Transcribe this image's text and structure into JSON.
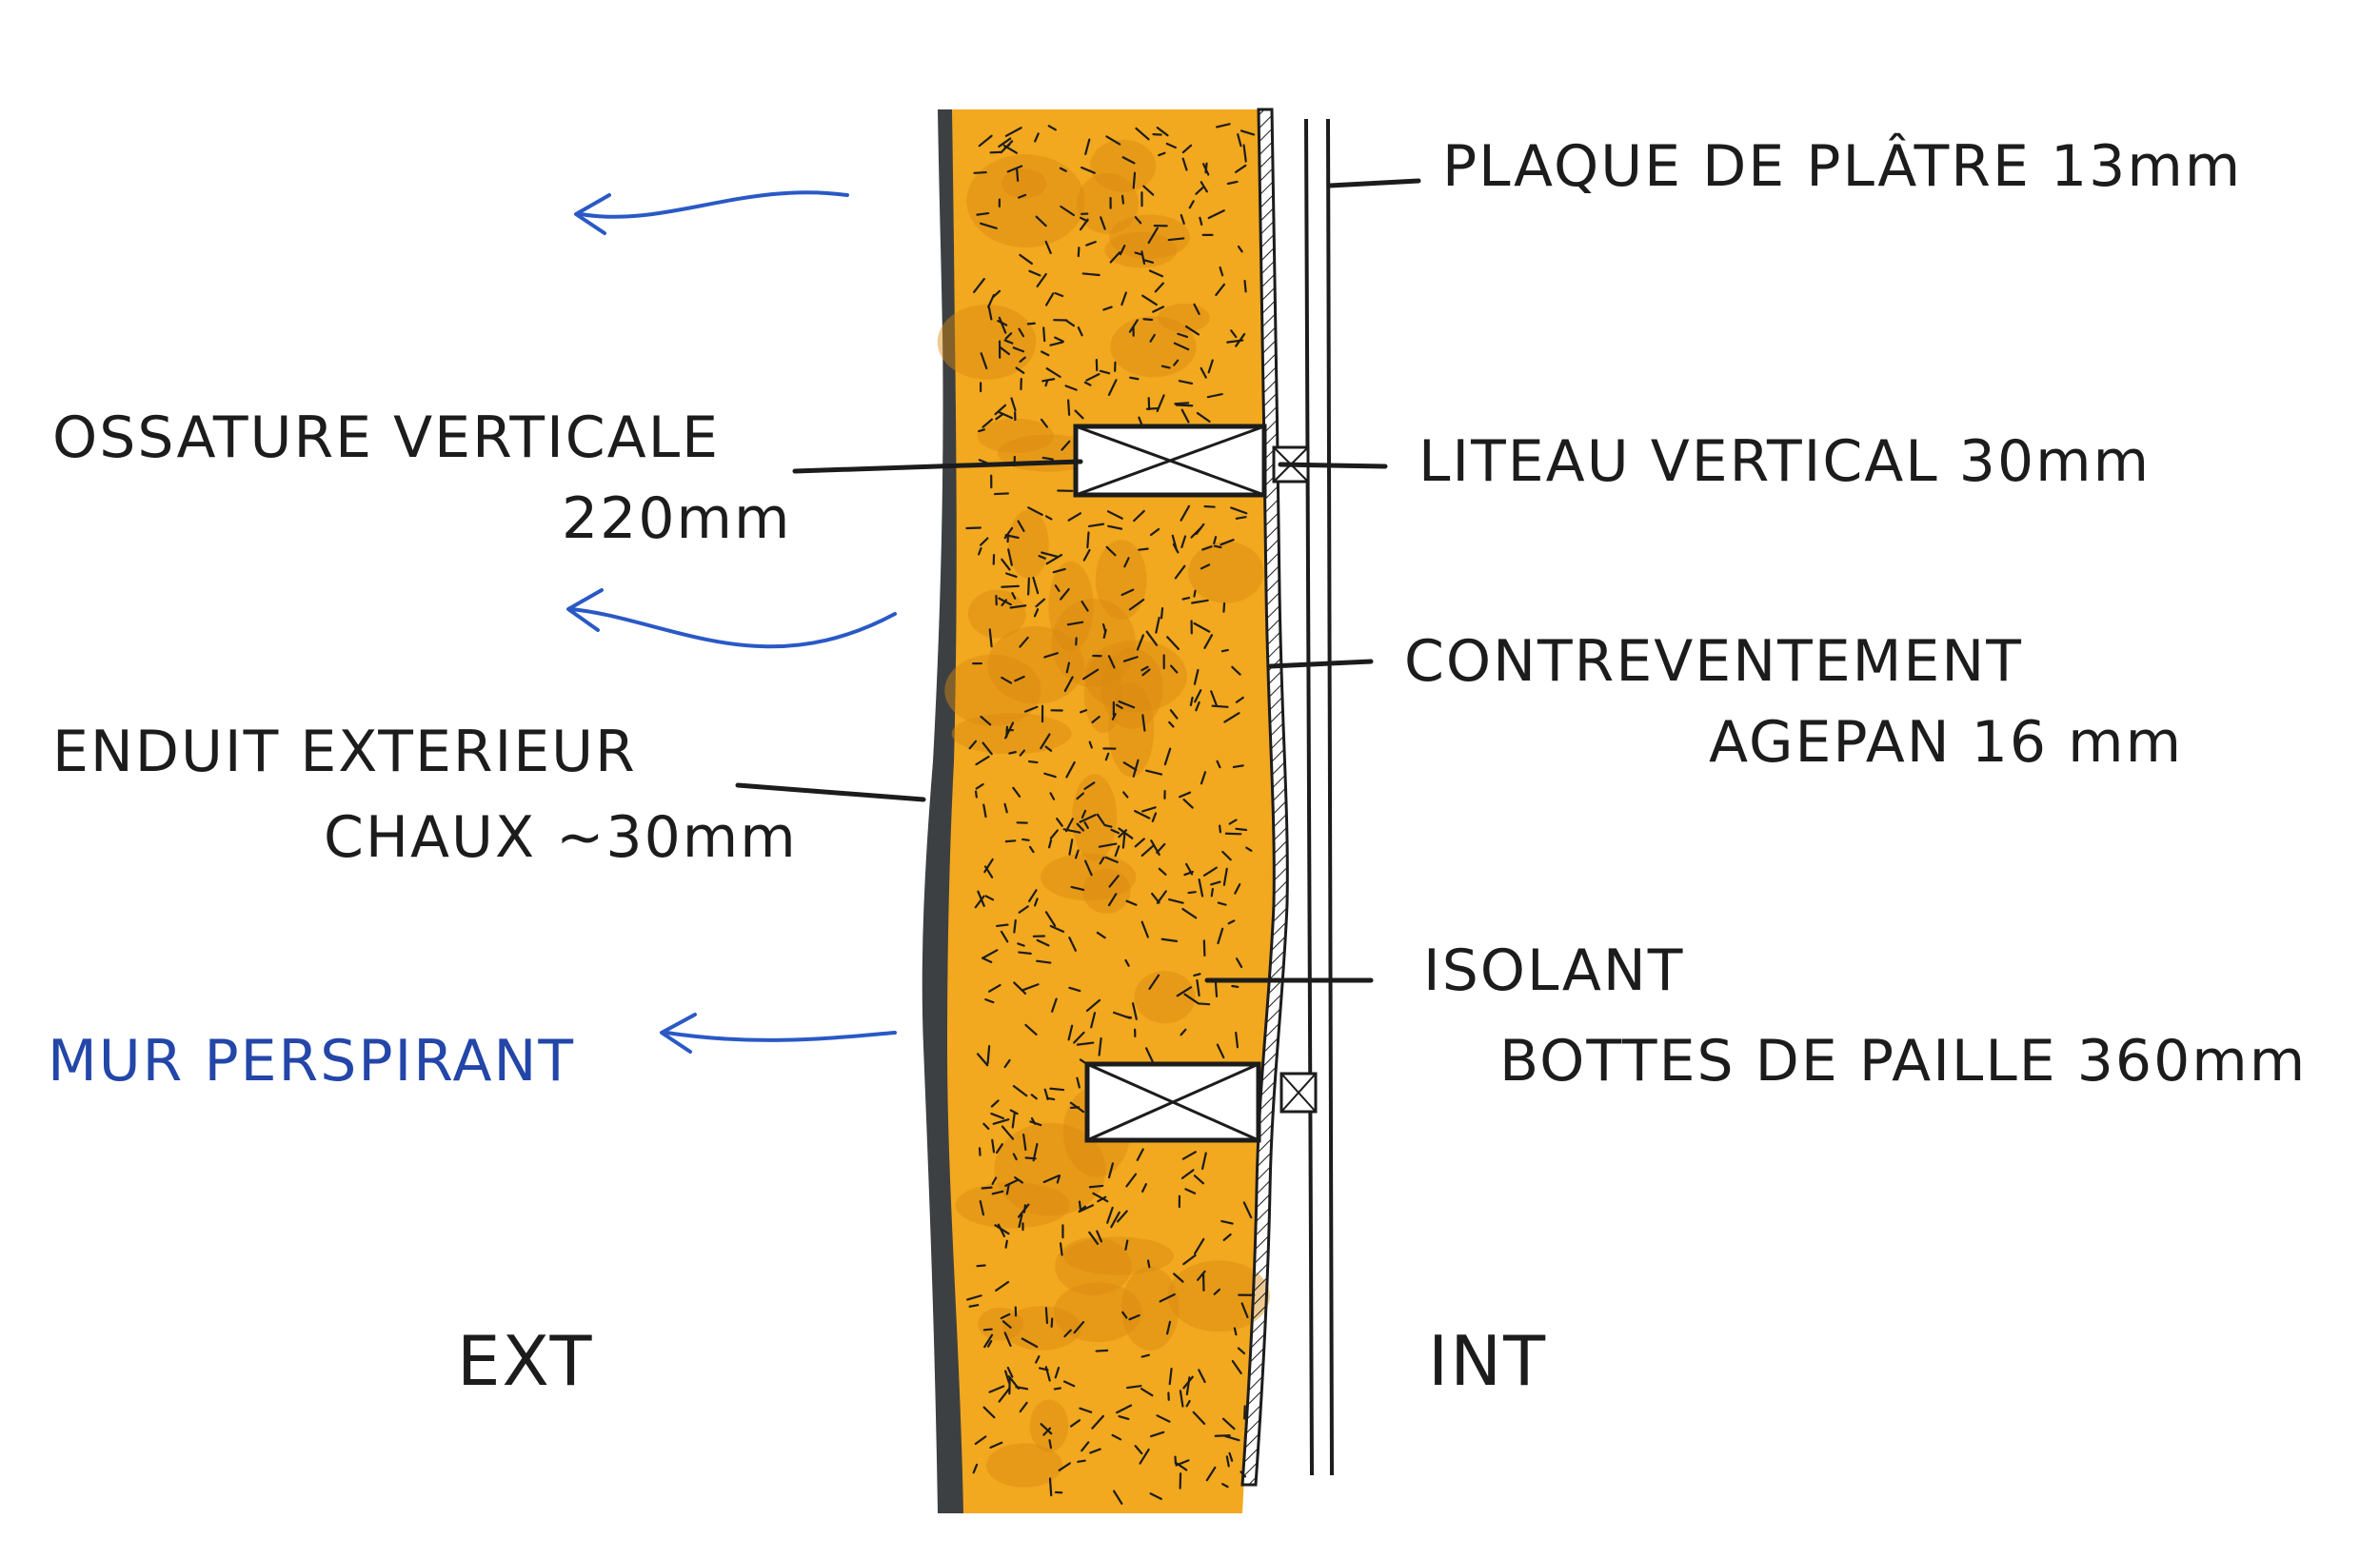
{
  "colors": {
    "straw": "#f2a81f",
    "straw_dark": "#d98a10",
    "plaster": "#3d4042",
    "ink": "#1c1c1c",
    "blue": "#2346a8"
  },
  "labels": {
    "plaque": "PLAQUE DE PLÂTRE 13mm",
    "ossature_1": "OSSATURE VERTICALE",
    "ossature_2": "220mm",
    "liteau": "LITEAU VERTICAL 30mm",
    "contrev_1": "CONTREVENTEMENT",
    "contrev_2": "AGEPAN 16 mm",
    "enduit_1": "ENDUIT EXTERIEUR",
    "enduit_2": "CHAUX ~30mm",
    "isolant_1": "ISOLANT",
    "isolant_2": "BOTTES DE PAILLE 360mm",
    "perspirant": "MUR PERSPIRANT",
    "ext": "EXT",
    "int": "INT"
  },
  "icons": {
    "moisture_arrow": "arrow-left-icon",
    "batten": "cross-box-icon"
  }
}
